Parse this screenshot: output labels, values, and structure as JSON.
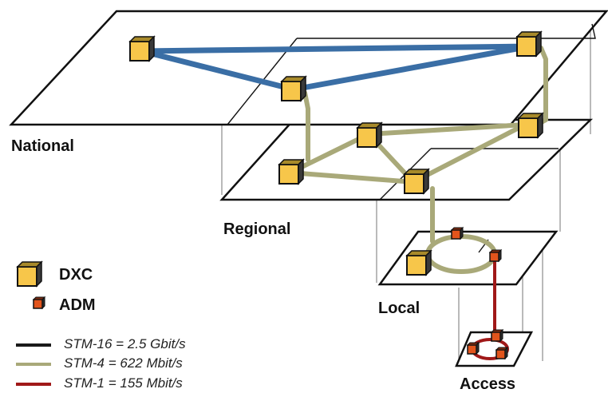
{
  "layers": {
    "national": "National",
    "regional": "Regional",
    "local": "Local",
    "access": "Access"
  },
  "legend": {
    "dxc": "DXC",
    "adm": "ADM",
    "stm16": "STM-16 = 2.5 Gbit/s",
    "stm4": "STM-4 = 622 Mbit/s",
    "stm1": "STM-1 = 155 Mbit/s"
  },
  "colors": {
    "stm16": "#3a6ea5",
    "stm16_legend": "#1a1a1a",
    "stm4": "#a9a979",
    "stm1": "#a01818",
    "dxc": "#f7c64a",
    "adm": "#e2541c",
    "outline": "#111111",
    "connector": "#8c8c8c"
  }
}
